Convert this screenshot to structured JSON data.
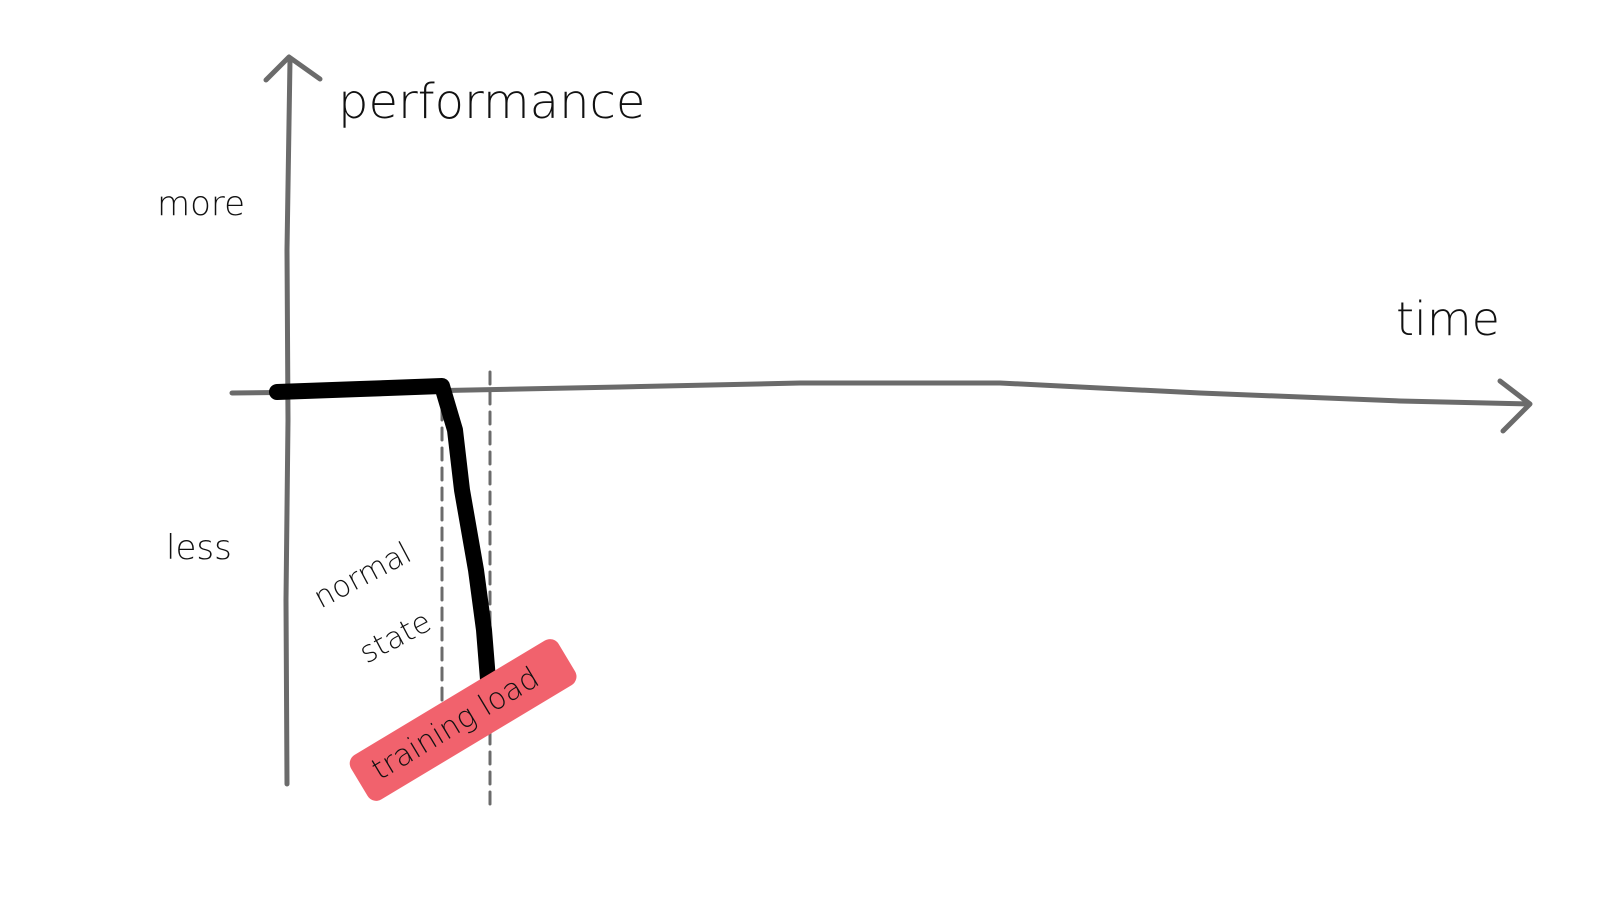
{
  "diagram": {
    "title": "performance",
    "x_axis_label": "time",
    "y_levels": {
      "upper": "more",
      "lower": "less"
    },
    "phase_label_line1": "normal",
    "phase_label_line2": "state",
    "event_label": "training load",
    "colors": {
      "axis": "#6b6b6b",
      "curve": "#000000",
      "dashed": "#6b6b6b",
      "tag": "#f1626d",
      "text": "#111111"
    }
  }
}
